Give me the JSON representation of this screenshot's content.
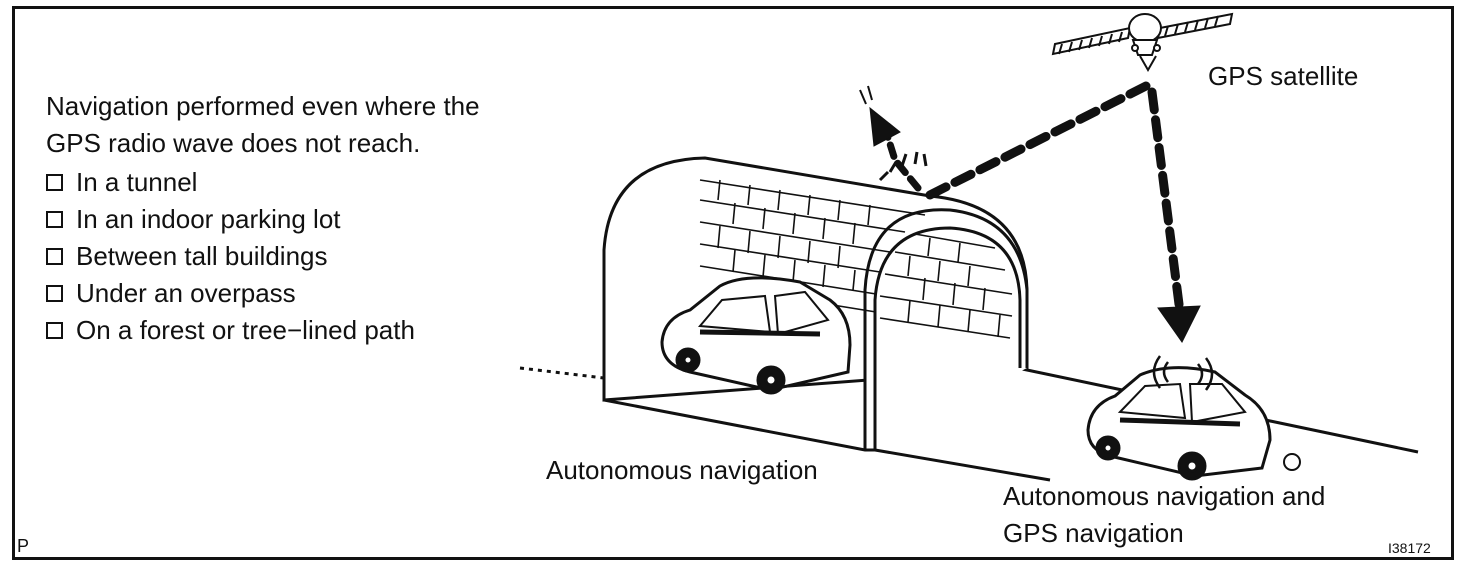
{
  "intro": {
    "line1": "Navigation performed even where the",
    "line2": "GPS radio wave does not reach."
  },
  "conditions": [
    "In a tunnel",
    "In an indoor parking lot",
    "Between tall buildings",
    "Under an overpass",
    "On a forest or tree−lined path"
  ],
  "labels": {
    "satellite": "GPS satellite",
    "autonomous": "Autonomous navigation",
    "combined_line1": "Autonomous navigation and",
    "combined_line2": "GPS navigation"
  },
  "corner_mark": "P",
  "figure_code": "I38172"
}
